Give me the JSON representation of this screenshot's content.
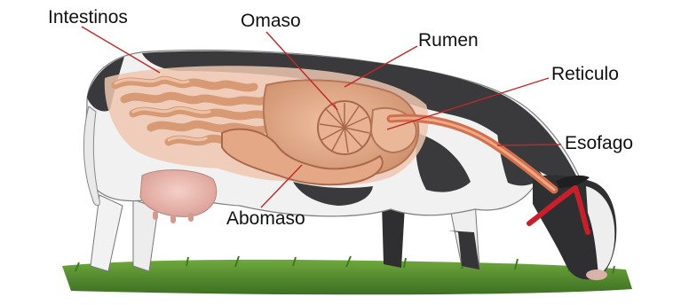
{
  "labels": {
    "intestinos": "Intestinos",
    "omaso": "Omaso",
    "rumen": "Rumen",
    "reticulo": "Reticulo",
    "esofago": "Esofago",
    "abomaso": "Abomaso"
  },
  "colors": {
    "leader": "#c0282a",
    "organ": "#e3a37e",
    "organ_dark": "#c07a58",
    "grass": "#4f8a2c",
    "coat_black": "#3a3a3c",
    "coat_white": "#f2f2f2",
    "halter": "#c81f2a"
  }
}
